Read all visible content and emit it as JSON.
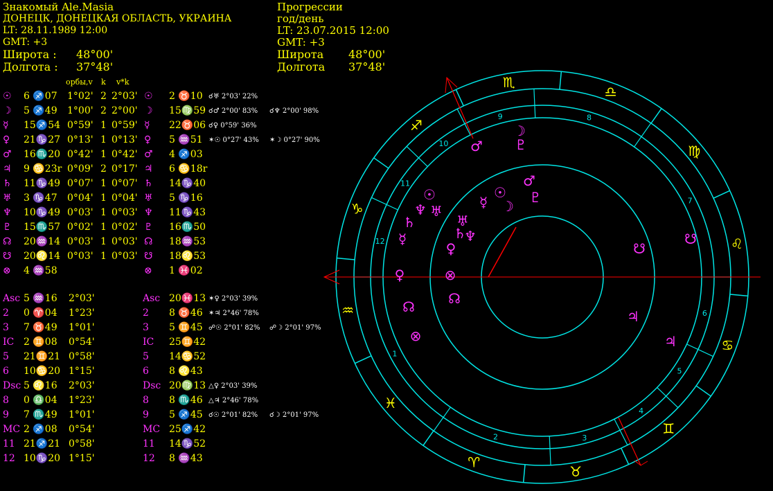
{
  "natal": {
    "title": "Знакомый Ale.Masia",
    "place": "ДОНЕЦК, ДОНЕЦКАЯ ОБЛАСТЬ,  УКРАИНА",
    "lt": "LT: 28.11.1989  12:00",
    "gmt": "GMT: +3",
    "lat_label": "Широта :",
    "lat_value": "48°00'",
    "lon_label": "Долгота :",
    "lon_value": "37°48'"
  },
  "prog": {
    "title": "Прогрессии",
    "step": "год/день",
    "lt": "LT: 23.07.2015  12:00",
    "gmt": "GMT: +3",
    "lat_label": "Широта",
    "lat_value": "48°00'",
    "lon_label": "Долгота",
    "lon_value": "37°48'"
  },
  "columns": {
    "orbs": "орбы,v",
    "k": "k",
    "vk": "v*k"
  },
  "planets": [
    {
      "glyph": "☉",
      "natal": "6 ♐07",
      "orb": "1°02'",
      "k": "2",
      "vk": "2°03'",
      "pglyph": "☉",
      "prog": "2 ♉10",
      "aspects": [
        "☌♅ 2°03'  22%"
      ]
    },
    {
      "glyph": "☽",
      "natal": "5 ♐49",
      "orb": "1°00'",
      "k": "2",
      "vk": "2°00'",
      "pglyph": "☽",
      "prog": "15♍59",
      "aspects": [
        "☌♂ 2°00'  83%",
        "☌♆ 2°00'  98%"
      ]
    },
    {
      "glyph": "☿",
      "natal": "15♐54",
      "orb": "0°59'",
      "k": "1",
      "vk": "0°59'",
      "pglyph": "☿",
      "prog": "22♉06",
      "aspects": [
        "☌♀ 0°59'  36%"
      ]
    },
    {
      "glyph": "♀",
      "natal": "21♑27",
      "orb": "0°13'",
      "k": "1",
      "vk": "0°13'",
      "pglyph": "♀",
      "prog": "5 ♒51",
      "aspects": [
        "✶☉ 0°27'  43%",
        "✶☽ 0°27'  90%"
      ]
    },
    {
      "glyph": "♂",
      "natal": "16♏20",
      "orb": "0°42'",
      "k": "1",
      "vk": "0°42'",
      "pglyph": "♂",
      "prog": "4 ♐03",
      "aspects": []
    },
    {
      "glyph": "♃",
      "natal": "9 ♋23r",
      "orb": "0°09'",
      "k": "2",
      "vk": "0°17'",
      "pglyph": "♃",
      "prog": "6 ♋18r",
      "aspects": []
    },
    {
      "glyph": "♄",
      "natal": "11♑49",
      "orb": "0°07'",
      "k": "1",
      "vk": "0°07'",
      "pglyph": "♄",
      "prog": "14♑40",
      "aspects": []
    },
    {
      "glyph": "♅",
      "natal": "3 ♑47",
      "orb": "0°04'",
      "k": "1",
      "vk": "0°04'",
      "pglyph": "♅",
      "prog": "5 ♑16",
      "aspects": []
    },
    {
      "glyph": "♆",
      "natal": "10♑49",
      "orb": "0°03'",
      "k": "1",
      "vk": "0°03'",
      "pglyph": "♆",
      "prog": "11♑43",
      "aspects": []
    },
    {
      "glyph": "♇",
      "natal": "15♏57",
      "orb": "0°02'",
      "k": "1",
      "vk": "0°02'",
      "pglyph": "♇",
      "prog": "16♏50",
      "aspects": []
    },
    {
      "glyph": "☊",
      "natal": "20♒14",
      "orb": "0°03'",
      "k": "1",
      "vk": "0°03'",
      "pglyph": "☊",
      "prog": "18♒53",
      "aspects": []
    },
    {
      "glyph": "☋",
      "natal": "20♌14",
      "orb": "0°03'",
      "k": "1",
      "vk": "0°03'",
      "pglyph": "☋",
      "prog": "18♌53",
      "aspects": []
    },
    {
      "glyph": "⊗",
      "natal": "4 ♒58",
      "orb": "",
      "k": "",
      "vk": "",
      "pglyph": "⊗",
      "prog": "1 ♓02",
      "aspects": []
    }
  ],
  "houses": [
    {
      "label": "Asc",
      "natal": "5 ♒16",
      "orb": "2°03'",
      "plabel": "Asc",
      "prog": "20♓13",
      "aspects": [
        "✶♀ 2°03' 39%"
      ]
    },
    {
      "label": "2",
      "natal": "0 ♈04",
      "orb": "1°23'",
      "plabel": "2",
      "prog": "8 ♉46",
      "aspects": [
        "✶♃ 2°46' 78%"
      ]
    },
    {
      "label": "3",
      "natal": "7 ♉49",
      "orb": "1°01'",
      "plabel": "3",
      "prog": "5 ♊45",
      "aspects": [
        "☍☉ 2°01' 82%",
        "☍☽ 2°01' 97%"
      ]
    },
    {
      "label": "IC",
      "natal": "2 ♊08",
      "orb": "0°54'",
      "plabel": "IC",
      "prog": "25♊42",
      "aspects": []
    },
    {
      "label": "5",
      "natal": "21♊21",
      "orb": "0°58'",
      "plabel": "5",
      "prog": "14♋52",
      "aspects": []
    },
    {
      "label": "6",
      "natal": "10♋20",
      "orb": "1°15'",
      "plabel": "6",
      "prog": "8 ♌43",
      "aspects": []
    },
    {
      "label": "Dsc",
      "natal": "5 ♌16",
      "orb": "2°03'",
      "plabel": "Dsc",
      "prog": "20♍13",
      "aspects": [
        "△♀ 2°03' 39%"
      ]
    },
    {
      "label": "8",
      "natal": "0 ♎04",
      "orb": "1°23'",
      "plabel": "8",
      "prog": "8 ♏46",
      "aspects": [
        "△♃ 2°46' 78%"
      ]
    },
    {
      "label": "9",
      "natal": "7 ♏49",
      "orb": "1°01'",
      "plabel": "9",
      "prog": "5 ♐45",
      "aspects": [
        "☌☉ 2°01' 82%",
        "☌☽ 2°01' 97%"
      ]
    },
    {
      "label": "MC",
      "natal": "2 ♐08",
      "orb": "0°54'",
      "plabel": "MC",
      "prog": "25♐42",
      "aspects": []
    },
    {
      "label": "11",
      "natal": "21♐21",
      "orb": "0°58'",
      "plabel": "11",
      "prog": "14♑52",
      "aspects": []
    },
    {
      "label": "12",
      "natal": "10♑20",
      "orb": "1°15'",
      "plabel": "12",
      "prog": "8 ♒43",
      "aspects": []
    }
  ],
  "wheel": {
    "signs": [
      "♈",
      "♉",
      "♊",
      "♋",
      "♌",
      "♍",
      "♎",
      "♏",
      "♐",
      "♑",
      "♒",
      "♓"
    ],
    "house_numbers": [
      "1",
      "2",
      "3",
      "4",
      "5",
      "6",
      "7",
      "8",
      "9",
      "10",
      "11",
      "12"
    ],
    "colors": {
      "ring": "#00e5e5",
      "axis": "#ff0000",
      "planet": "#ff33ff",
      "text": "#ffff00"
    }
  }
}
